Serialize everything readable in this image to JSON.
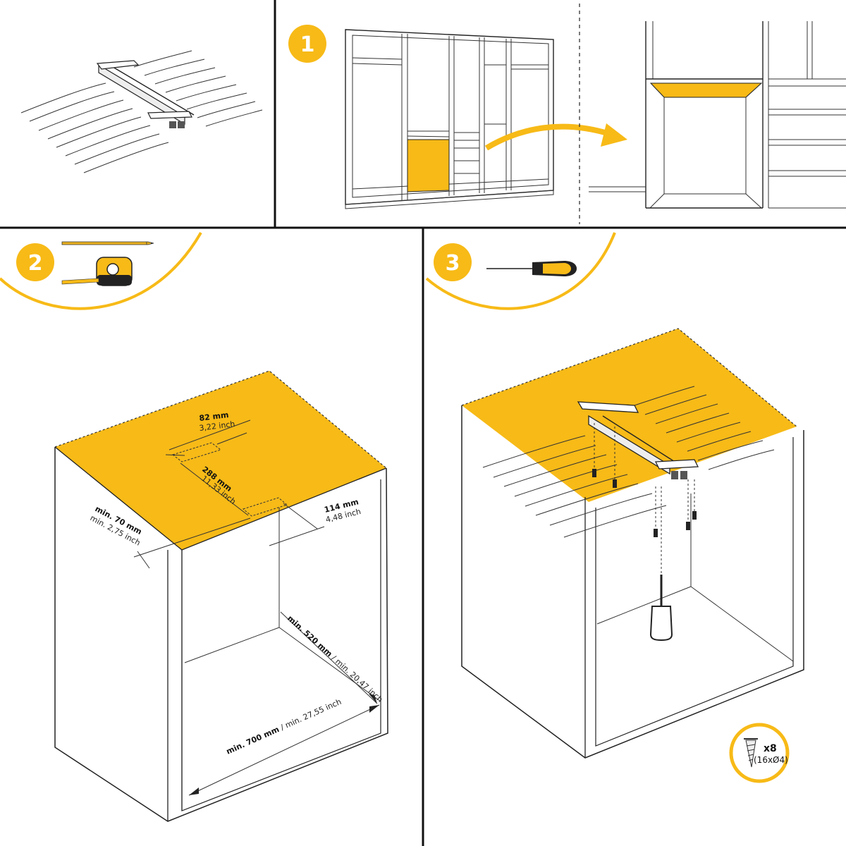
{
  "colors": {
    "accent": "#F7BA17",
    "ink": "#1a1a1a",
    "background": "#ffffff"
  },
  "steps": [
    {
      "number": "1",
      "icons": []
    },
    {
      "number": "2",
      "icons": [
        "pencil-icon",
        "tape-measure-icon"
      ]
    },
    {
      "number": "3",
      "icons": [
        "screwdriver-icon"
      ]
    }
  ],
  "dimensions": {
    "d82_mm": "82 mm",
    "d82_in": "3,22  inch",
    "d288_mm": "288 mm",
    "d288_in": "11,33  inch",
    "d114_mm": "114 mm",
    "d114_in": "4,48 inch",
    "d70_mm": "min. 70 mm",
    "d70_in": "min. 2,75 inch",
    "d520_mm": "min. 520 mm",
    "d520_sep": " / ",
    "d520_in": "min. 20,47 inch",
    "d700_mm": "min. 700 mm",
    "d700_sep": " / ",
    "d700_in": "min. 27,55 inch"
  },
  "hardware": {
    "count": "x8",
    "spec": "(16xØ4)",
    "icon": "screw-icon"
  }
}
